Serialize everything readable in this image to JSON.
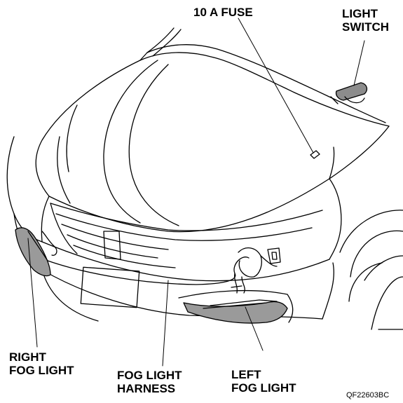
{
  "labels": {
    "fuse": "10 A FUSE",
    "switch_line1": "LIGHT",
    "switch_line2": "SWITCH",
    "right_fog_line1": "RIGHT",
    "right_fog_line2": "FOG LIGHT",
    "harness_line1": "FOG LIGHT",
    "harness_line2": "HARNESS",
    "left_fog_line1": "LEFT",
    "left_fog_line2": "FOG LIGHT"
  },
  "figure_code": "QF22603BC",
  "colors": {
    "line": "#000000",
    "fog_light_fill": "#9a9a9a",
    "switch_fill": "#8c8c8c",
    "background": "#ffffff"
  }
}
